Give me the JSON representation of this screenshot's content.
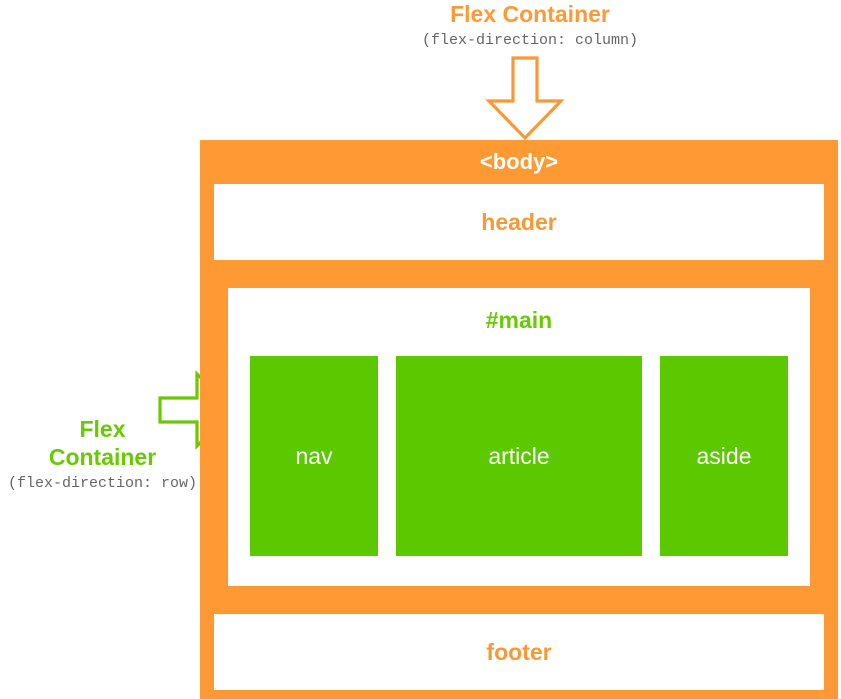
{
  "diagram": {
    "type": "css-flexbox-layout-diagram",
    "colors": {
      "orange": "#ff9933",
      "orange_text": "#f89938",
      "green": "#5cc800",
      "green_text": "#66cc00",
      "mono_text": "#666666",
      "white": "#ffffff"
    }
  },
  "annotations": {
    "top": {
      "title": "Flex Container",
      "subtitle": "(flex-direction: column)",
      "arrow": "arrow-down"
    },
    "left": {
      "title_line1": "Flex",
      "title_line2": "Container",
      "subtitle": "(flex-direction: row)",
      "arrow": "arrow-right"
    }
  },
  "layout": {
    "body": {
      "label": "<body>"
    },
    "header": {
      "label": "header"
    },
    "main": {
      "label": "#main",
      "children": [
        {
          "label": "nav"
        },
        {
          "label": "article"
        },
        {
          "label": "aside"
        }
      ]
    },
    "footer": {
      "label": "footer"
    }
  }
}
